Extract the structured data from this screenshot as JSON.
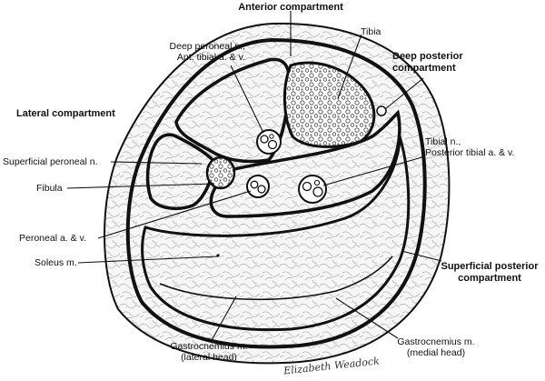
{
  "labels": {
    "anterior_compartment": "Anterior compartment",
    "tibia": "Tibia",
    "deep_peroneal_line1": "Deep peroneal n.,",
    "deep_peroneal_line2": "Ant. tibial a. & v.",
    "deep_posterior_line1": "Deep posterior",
    "deep_posterior_line2": "compartment",
    "lateral_compartment": "Lateral compartment",
    "superficial_peroneal": "Superficial peroneal n.",
    "tibial_line1": "Tibial n.,",
    "tibial_line2": "Posterior tibial a. & v.",
    "fibula": "Fibula",
    "peroneal_av": "Peroneal a. & v.",
    "soleus": "Soleus m.",
    "superficial_posterior_line1": "Superficial posterior",
    "superficial_posterior_line2": "compartment",
    "gastroc_lateral_line1": "Gastrocnemius m.",
    "gastroc_lateral_line2": "(lateral head)",
    "gastroc_medial_line1": "Gastrocnemius m.",
    "gastroc_medial_line2": "(medial head)"
  },
  "signature": "Elizabeth Weadock",
  "colors": {
    "ink": "#111111",
    "tissue": "#f4f4f4",
    "background": "#ffffff"
  }
}
